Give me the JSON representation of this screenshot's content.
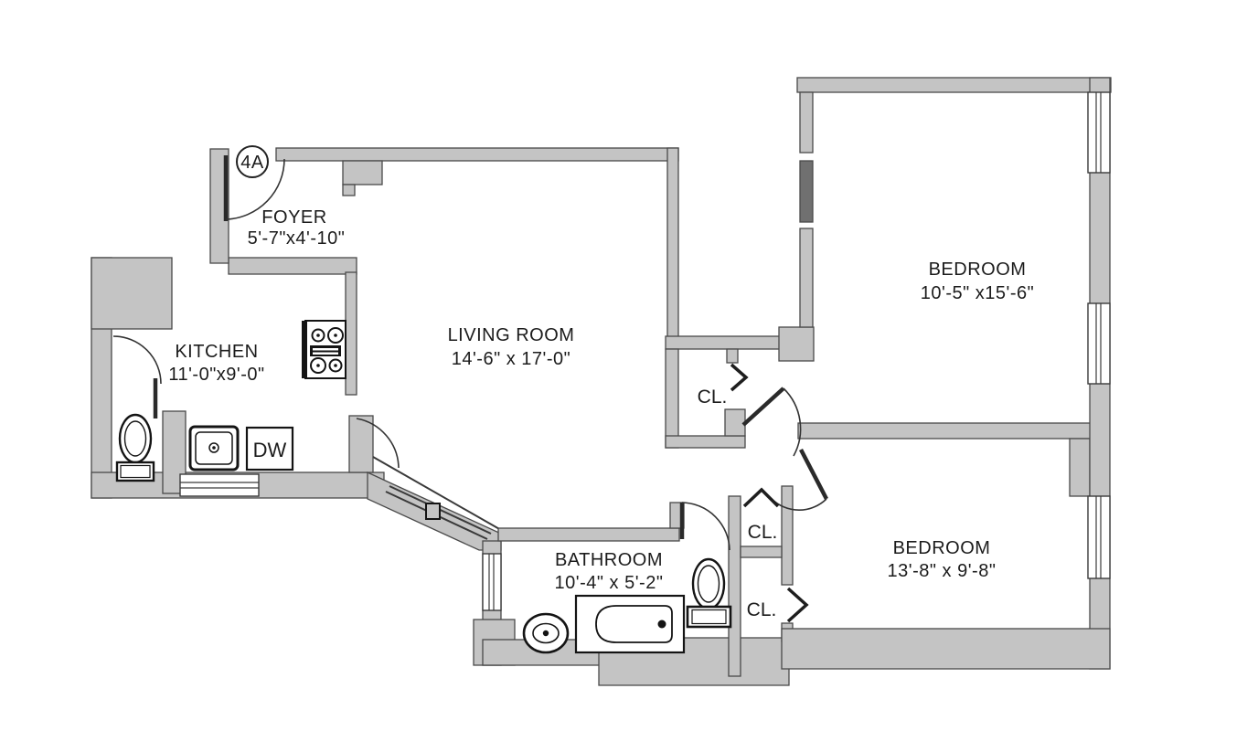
{
  "plan": {
    "unit_label": "4A",
    "rooms": [
      {
        "name": "FOYER",
        "dims": "5'-7\"x4'-10\""
      },
      {
        "name": "KITCHEN",
        "dims": "11'-0\"x9'-0\""
      },
      {
        "name": "LIVING ROOM",
        "dims": "14'-6\" x 17'-0\""
      },
      {
        "name": "BEDROOM",
        "dims": "10'-5\" x15'-6\""
      },
      {
        "name": "BEDROOM",
        "dims": "13'-8\" x 9'-8\""
      },
      {
        "name": "BATHROOM",
        "dims": "10'-4\" x 5'-2\""
      }
    ],
    "closet_labels": [
      "CL.",
      "CL.",
      "CL."
    ],
    "appliance_labels": {
      "dishwasher": "DW"
    },
    "fixtures": [
      "stove-icon",
      "kitchen-sink-icon",
      "dishwasher",
      "toilet-icon",
      "toilet-icon",
      "bathtub-icon",
      "bathroom-sink-icon",
      "pocket-door-icon"
    ],
    "colors": {
      "wall_fill": "#c4c4c4",
      "wall_outline": "#4a4a4a",
      "dark_wall_segment": "#707070",
      "line": "#222222",
      "background": "#ffffff",
      "text": "#1c1c1c"
    }
  }
}
